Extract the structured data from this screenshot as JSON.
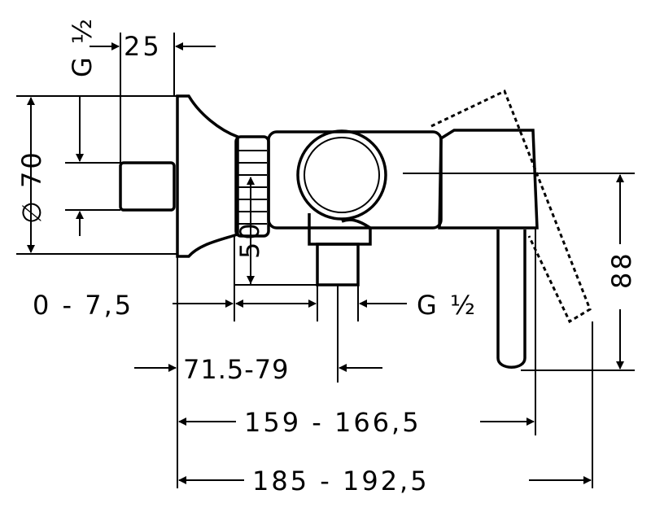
{
  "drawing": {
    "labels": {
      "inlet_thread": "G ½",
      "stub_length": "25",
      "plate_diameter": "∅ 70",
      "outlet_offset": "50",
      "wall_adjust": "0 - 7,5",
      "outlet_thread": "G ½",
      "depth_to_outlet": "71.5-79",
      "lever_height": "88",
      "depth_to_cartridge": "159 - 166,5",
      "overall_depth": "185 - 192,5"
    }
  }
}
